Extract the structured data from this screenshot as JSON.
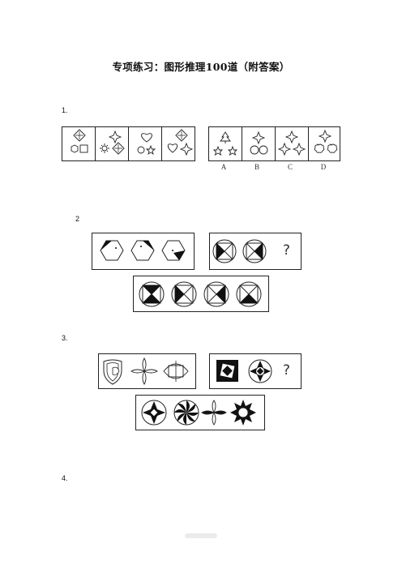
{
  "title": "专项练习：图形推理100道（附答案）",
  "questions": [
    {
      "number": "1."
    },
    {
      "number": "2"
    },
    {
      "number": "3."
    },
    {
      "number": "4."
    }
  ],
  "q1": {
    "options": [
      "A",
      "B",
      "C",
      "D"
    ]
  },
  "q2": {
    "question_mark": "?"
  },
  "q3": {
    "question_mark": "?"
  }
}
